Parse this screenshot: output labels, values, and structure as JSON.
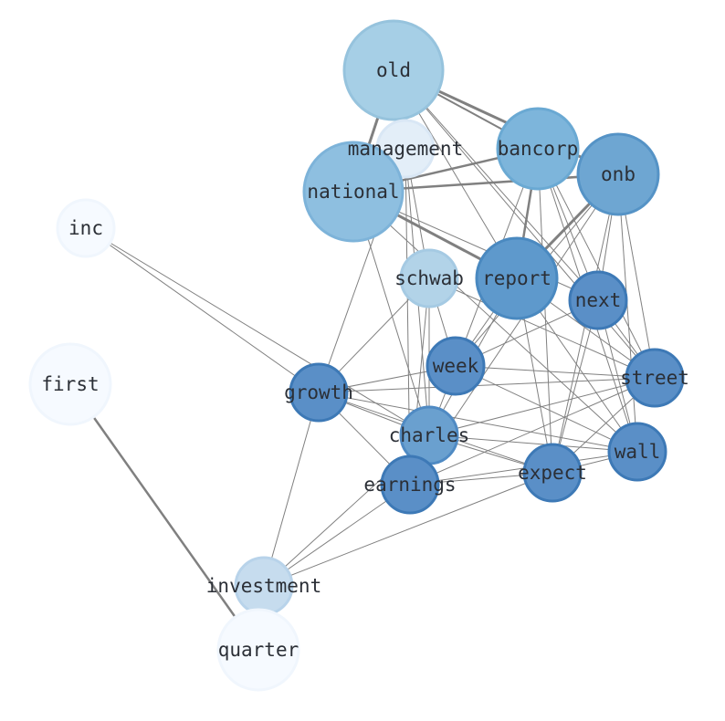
{
  "graph": {
    "nodes": [
      {
        "id": "old",
        "label": "old",
        "fill": "#a6cfe6",
        "stroke": "#96c3dd"
      },
      {
        "id": "management",
        "label": "management",
        "fill": "#e3eef8",
        "stroke": "#d9e7f5"
      },
      {
        "id": "bancorp",
        "label": "bancorp",
        "fill": "#7db5db",
        "stroke": "#6aa9d3"
      },
      {
        "id": "onb",
        "label": "onb",
        "fill": "#6ea6d2",
        "stroke": "#5593c6"
      },
      {
        "id": "national",
        "label": "national",
        "fill": "#8ebfe0",
        "stroke": "#7db3d9"
      },
      {
        "id": "inc",
        "label": "inc",
        "fill": "#f6faff",
        "stroke": "#f0f6fd"
      },
      {
        "id": "schwab",
        "label": "schwab",
        "fill": "#b2d3e8",
        "stroke": "#a5cae3"
      },
      {
        "id": "report",
        "label": "report",
        "fill": "#5e99cc",
        "stroke": "#4a89c0"
      },
      {
        "id": "next",
        "label": "next",
        "fill": "#5a8fc7",
        "stroke": "#3d79b6"
      },
      {
        "id": "first",
        "label": "first",
        "fill": "#f6faff",
        "stroke": "#f0f6fd"
      },
      {
        "id": "week",
        "label": "week",
        "fill": "#5a8fc7",
        "stroke": "#3d79b6"
      },
      {
        "id": "street",
        "label": "street",
        "fill": "#5a8fc7",
        "stroke": "#3d79b6"
      },
      {
        "id": "growth",
        "label": "growth",
        "fill": "#5a8fc7",
        "stroke": "#3d79b6"
      },
      {
        "id": "charles",
        "label": "charles",
        "fill": "#6aa0cf",
        "stroke": "#4f8ac3"
      },
      {
        "id": "wall",
        "label": "wall",
        "fill": "#5a8fc7",
        "stroke": "#3d79b6"
      },
      {
        "id": "expect",
        "label": "expect",
        "fill": "#5a8fc7",
        "stroke": "#3d79b6"
      },
      {
        "id": "earnings",
        "label": "earnings",
        "fill": "#5a8fc7",
        "stroke": "#3d79b6"
      },
      {
        "id": "investment",
        "label": "investment",
        "fill": "#c6dcee",
        "stroke": "#b8d3ea"
      },
      {
        "id": "quarter",
        "label": "quarter",
        "fill": "#f6faff",
        "stroke": "#f0f6fd"
      }
    ],
    "edges": [
      [
        "old",
        "national",
        3
      ],
      [
        "old",
        "onb",
        3
      ],
      [
        "old",
        "bancorp",
        2
      ],
      [
        "old",
        "report",
        1
      ],
      [
        "old",
        "next",
        1
      ],
      [
        "old",
        "street",
        1
      ],
      [
        "national",
        "bancorp",
        2.5
      ],
      [
        "national",
        "onb",
        2.5
      ],
      [
        "national",
        "report",
        3
      ],
      [
        "national",
        "next",
        1
      ],
      [
        "national",
        "wall",
        1
      ],
      [
        "national",
        "charles",
        1
      ],
      [
        "bancorp",
        "report",
        2.5
      ],
      [
        "bancorp",
        "next",
        1
      ],
      [
        "bancorp",
        "street",
        1
      ],
      [
        "bancorp",
        "wall",
        1
      ],
      [
        "bancorp",
        "week",
        1
      ],
      [
        "bancorp",
        "expect",
        1
      ],
      [
        "onb",
        "report",
        3
      ],
      [
        "onb",
        "next",
        1
      ],
      [
        "onb",
        "street",
        1
      ],
      [
        "onb",
        "wall",
        1
      ],
      [
        "onb",
        "week",
        1
      ],
      [
        "onb",
        "expect",
        1
      ],
      [
        "onb",
        "earnings",
        1
      ],
      [
        "management",
        "charles",
        1
      ],
      [
        "management",
        "earnings",
        1
      ],
      [
        "management",
        "growth",
        1
      ],
      [
        "management",
        "schwab",
        1
      ],
      [
        "inc",
        "growth",
        1
      ],
      [
        "inc",
        "charles",
        1
      ],
      [
        "schwab",
        "charles",
        1
      ],
      [
        "schwab",
        "earnings",
        1
      ],
      [
        "schwab",
        "growth",
        1
      ],
      [
        "schwab",
        "week",
        1
      ],
      [
        "schwab",
        "street",
        1
      ],
      [
        "report",
        "week",
        1
      ],
      [
        "report",
        "charles",
        1
      ],
      [
        "report",
        "street",
        1
      ],
      [
        "report",
        "wall",
        1
      ],
      [
        "report",
        "expect",
        1
      ],
      [
        "next",
        "week",
        1
      ],
      [
        "next",
        "street",
        1
      ],
      [
        "next",
        "wall",
        1
      ],
      [
        "next",
        "expect",
        1
      ],
      [
        "week",
        "street",
        1
      ],
      [
        "week",
        "growth",
        1
      ],
      [
        "week",
        "wall",
        1
      ],
      [
        "week",
        "charles",
        1
      ],
      [
        "street",
        "growth",
        1
      ],
      [
        "street",
        "charles",
        1
      ],
      [
        "street",
        "expect",
        1
      ],
      [
        "street",
        "earnings",
        1
      ],
      [
        "growth",
        "charles",
        1
      ],
      [
        "growth",
        "expect",
        1
      ],
      [
        "growth",
        "wall",
        1
      ],
      [
        "growth",
        "earnings",
        1
      ],
      [
        "growth",
        "investment",
        1
      ],
      [
        "charles",
        "expect",
        1
      ],
      [
        "charles",
        "wall",
        1
      ],
      [
        "charles",
        "earnings",
        1
      ],
      [
        "expect",
        "earnings",
        1
      ],
      [
        "expect",
        "investment",
        1
      ],
      [
        "wall",
        "earnings",
        1
      ],
      [
        "wall",
        "expect",
        1
      ],
      [
        "earnings",
        "investment",
        1
      ],
      [
        "charles",
        "investment",
        1
      ],
      [
        "first",
        "quarter",
        2.5
      ]
    ]
  }
}
